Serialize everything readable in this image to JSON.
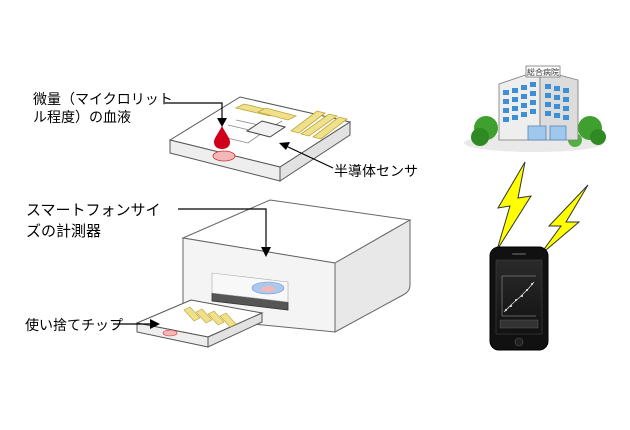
{
  "labels": {
    "blood_line1": "微量（マイクロリット",
    "blood_line2": "ル程度）の血液",
    "sensor": "半導体センサ",
    "meter_line1": "スマートフォンサイ",
    "meter_line2": "ズの計測器",
    "chip": "使い捨てチップ",
    "hospital_sign": "総合病院"
  },
  "colors": {
    "pad": "#f0e08a",
    "blood": "#d0001a",
    "bolt": "#ffff00",
    "building": "#3d8fd6",
    "tree": "#3f9f2f"
  },
  "icons": [
    "blood-drop-icon",
    "hospital-icon",
    "lightning-icon",
    "smartphone-icon"
  ]
}
